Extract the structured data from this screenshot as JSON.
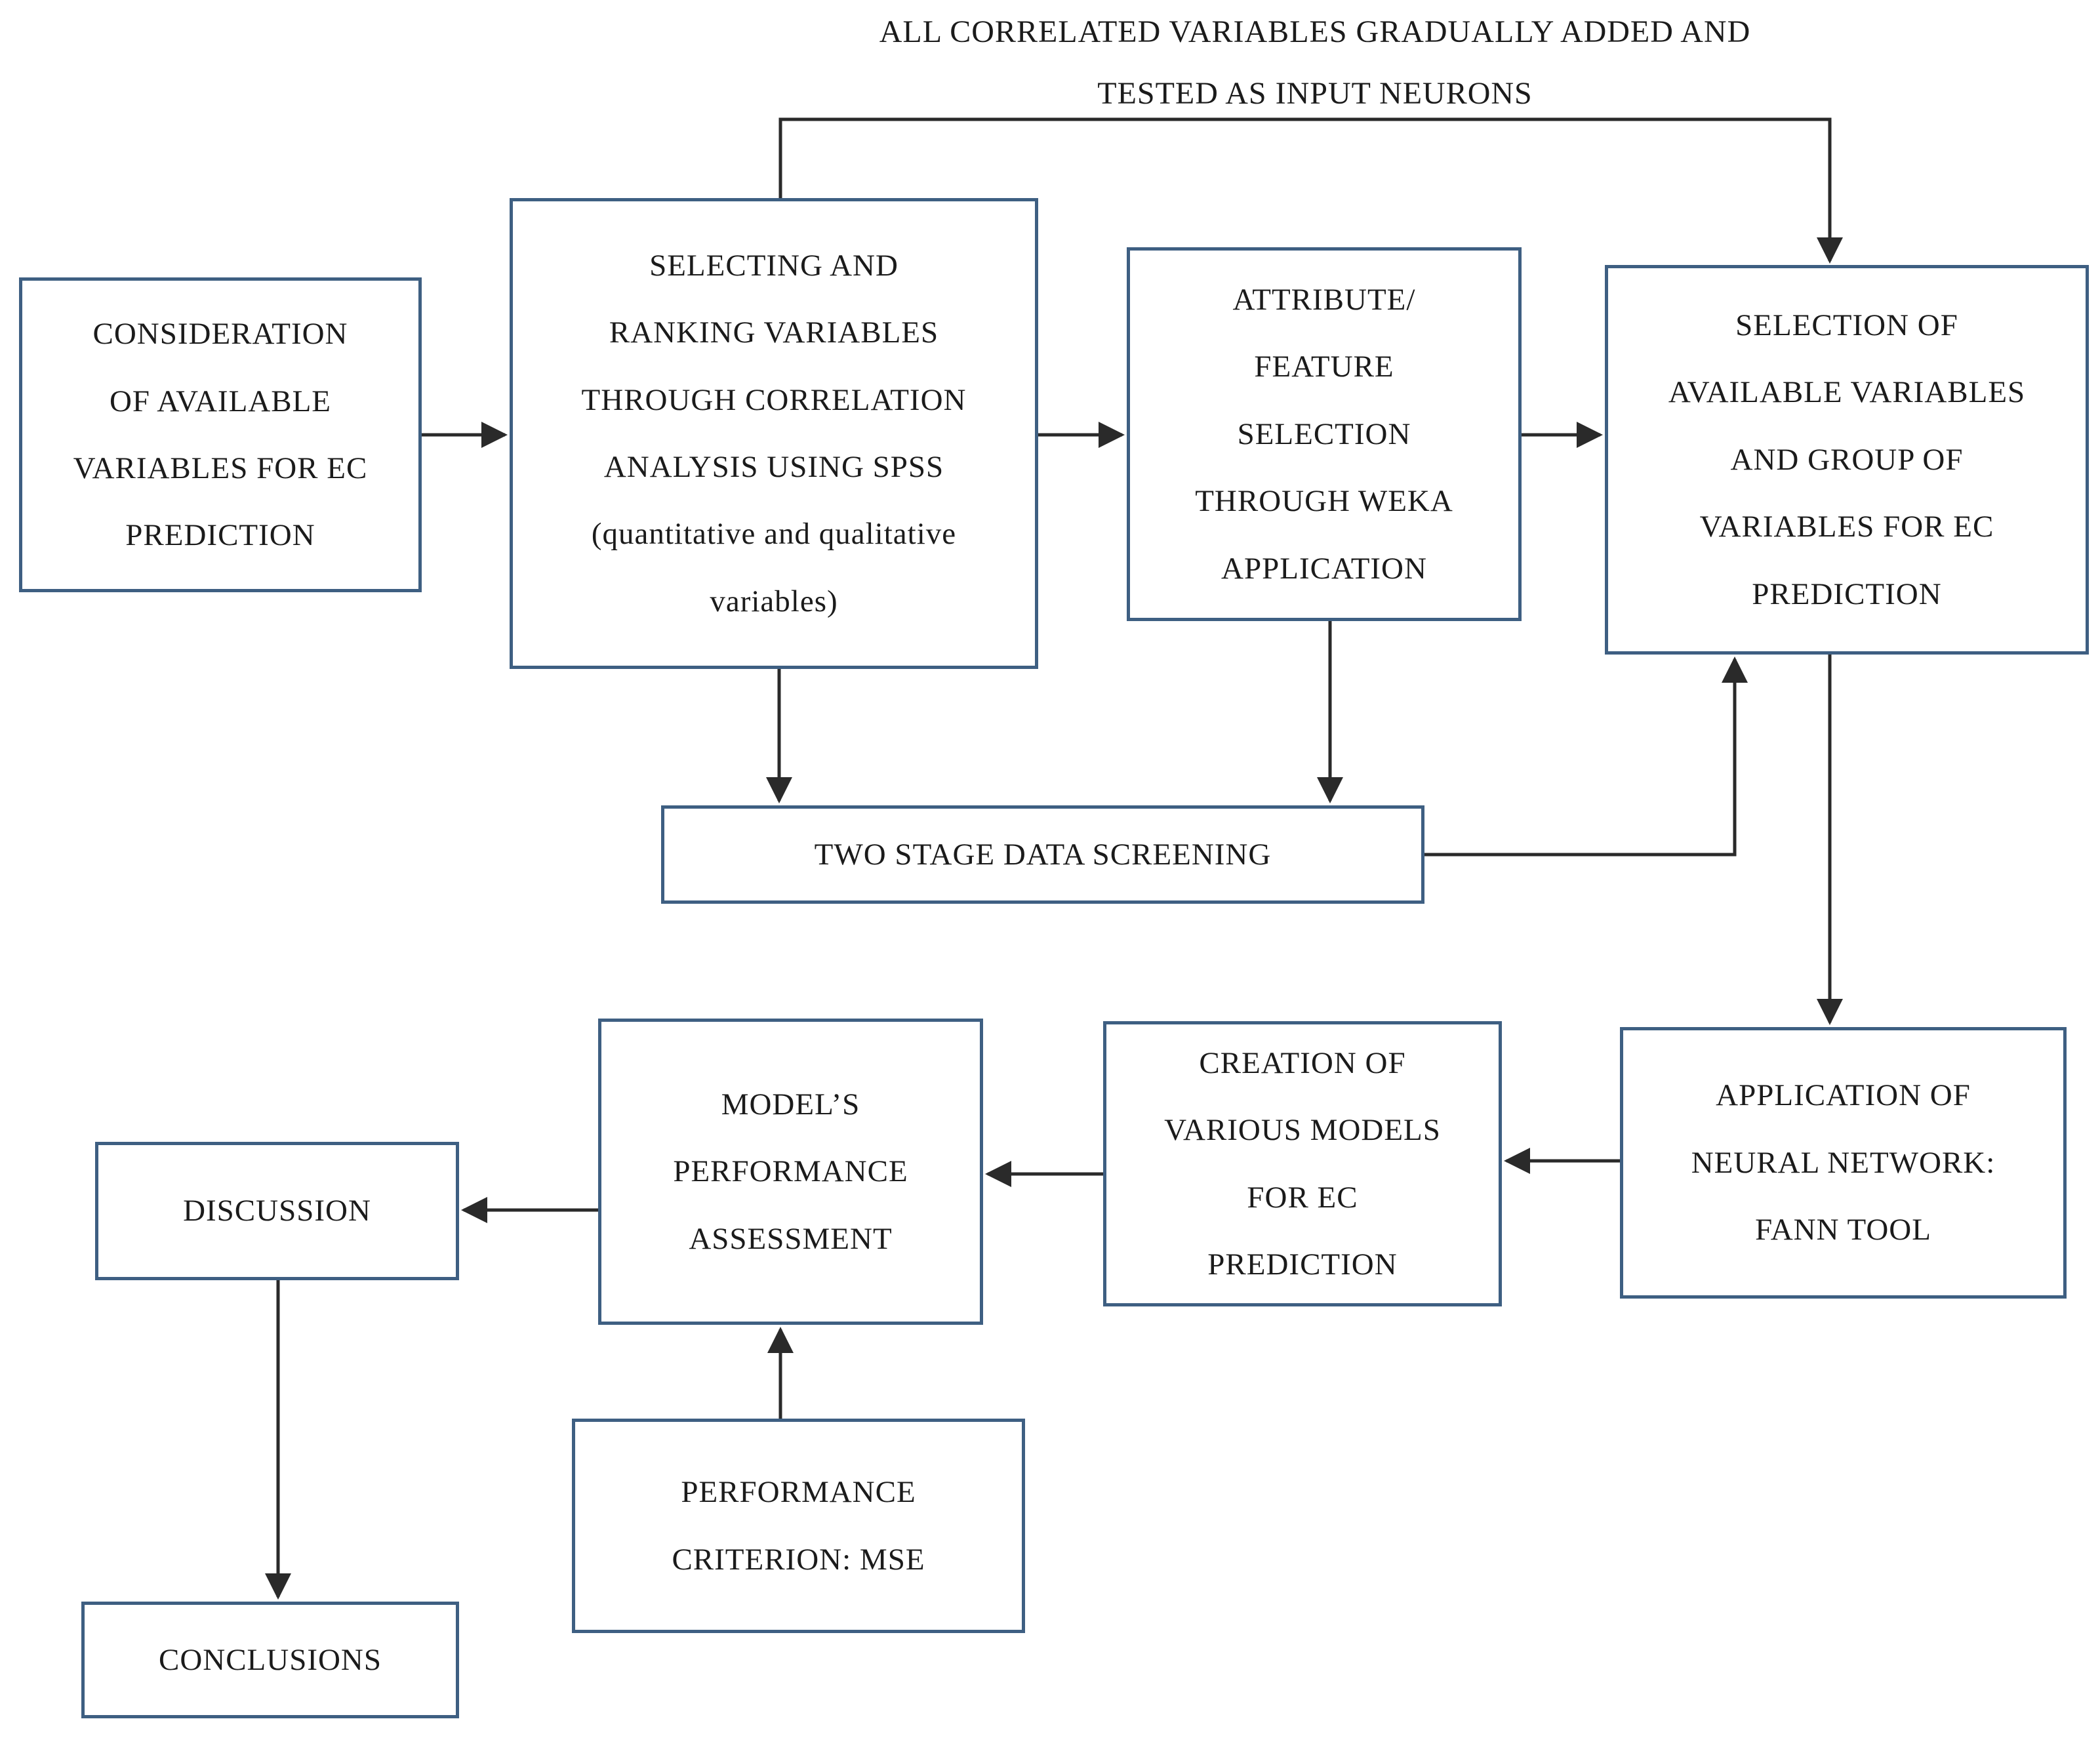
{
  "figure": {
    "type": "flowchart",
    "background": "#ffffff"
  },
  "labels": {
    "feedback_loop": "ALL CORRELATED VARIABLES GRADUALLY ADDED AND\nTESTED AS INPUT NEURONS"
  },
  "boxes": {
    "consideration": {
      "label": "CONSIDERATION\nOF AVAILABLE\nVARIABLES FOR EC\nPREDICTION"
    },
    "selecting": {
      "label": "SELECTING AND\nRANKING VARIABLES\nTHROUGH CORRELATION\nANALYSIS USING SPSS\n(quantitative and qualitative\nvariables)"
    },
    "attribute": {
      "label": "ATTRIBUTE/\nFEATURE\nSELECTION\nTHROUGH WEKA\nAPPLICATION"
    },
    "selection": {
      "label": "SELECTION OF\nAVAILABLE VARIABLES\nAND GROUP OF\nVARIABLES FOR EC\nPREDICTION"
    },
    "twostage": {
      "label": "TWO STAGE DATA SCREENING"
    },
    "discussion": {
      "label": "DISCUSSION"
    },
    "performance": {
      "label": "MODEL’S\nPERFORMANCE\nASSESSMENT"
    },
    "creation": {
      "label": "CREATION OF\nVARIOUS MODELS\nFOR EC\nPREDICTION"
    },
    "fann": {
      "label": "APPLICATION OF\nNEURAL NETWORK:\nFANN TOOL"
    },
    "mse": {
      "label": "PERFORMANCE\nCRITERION: MSE"
    },
    "conclusions": {
      "label": "CONCLUSIONS"
    }
  },
  "edges": [
    {
      "from": "consideration",
      "to": "selecting"
    },
    {
      "from": "selecting",
      "to": "attribute"
    },
    {
      "from": "attribute",
      "to": "selection"
    },
    {
      "from": "selecting",
      "to": "selection",
      "label": "ALL CORRELATED VARIABLES GRADUALLY ADDED AND TESTED AS INPUT NEURONS"
    },
    {
      "from": "selecting",
      "to": "twostage"
    },
    {
      "from": "attribute",
      "to": "twostage"
    },
    {
      "from": "twostage",
      "to": "selection"
    },
    {
      "from": "selection",
      "to": "fann"
    },
    {
      "from": "fann",
      "to": "creation"
    },
    {
      "from": "creation",
      "to": "performance"
    },
    {
      "from": "performance",
      "to": "discussion"
    },
    {
      "from": "mse",
      "to": "performance"
    },
    {
      "from": "discussion",
      "to": "conclusions"
    }
  ],
  "colors": {
    "box_border": "#3e5f82",
    "connector": "#2a2a2a",
    "text": "#1b1b1b",
    "background": "#ffffff"
  }
}
